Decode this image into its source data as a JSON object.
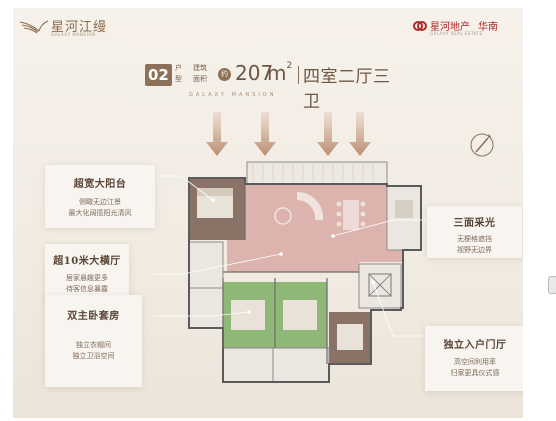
{
  "header": {
    "brand_name": "星河江缦",
    "brand_sub": "GALAXY MANSION",
    "developer_name": "星河地产",
    "developer_region": "华南",
    "developer_sub": "GALAXY REAL ESTATE"
  },
  "title": {
    "type_number": "02",
    "type_caption": "户型",
    "area_caption": "建筑面积",
    "approx_label": "约",
    "area_value": "207",
    "area_unit": "m",
    "area_unit_sup": "2",
    "layout": "四室二厅三卫",
    "subtitle": "GALAXY MANSION"
  },
  "callouts": [
    {
      "title": "超宽大阳台",
      "lines": [
        "侧瞰无边江景",
        "最大化阔揽阳光清风"
      ]
    },
    {
      "title": "超10米大横厅",
      "lines": [
        "居家悬趣更多",
        "待客信息暴露"
      ]
    },
    {
      "title": "双主卧套房",
      "lines": [
        "独立衣帽间",
        "独立卫浴空间"
      ]
    },
    {
      "title": "三面采光",
      "lines": [
        "无梗格遮挡",
        "视野无边界"
      ]
    },
    {
      "title": "独立入户门厅",
      "lines": [
        "高空间利用率",
        "归家更具仪式感"
      ]
    }
  ],
  "colors": {
    "accent": "#8d7058",
    "living_zone": "#d8a9a3",
    "bedroom_zone": "#8fb778",
    "master_zone": "#8a7366",
    "brand_red": "#b02a2a"
  }
}
